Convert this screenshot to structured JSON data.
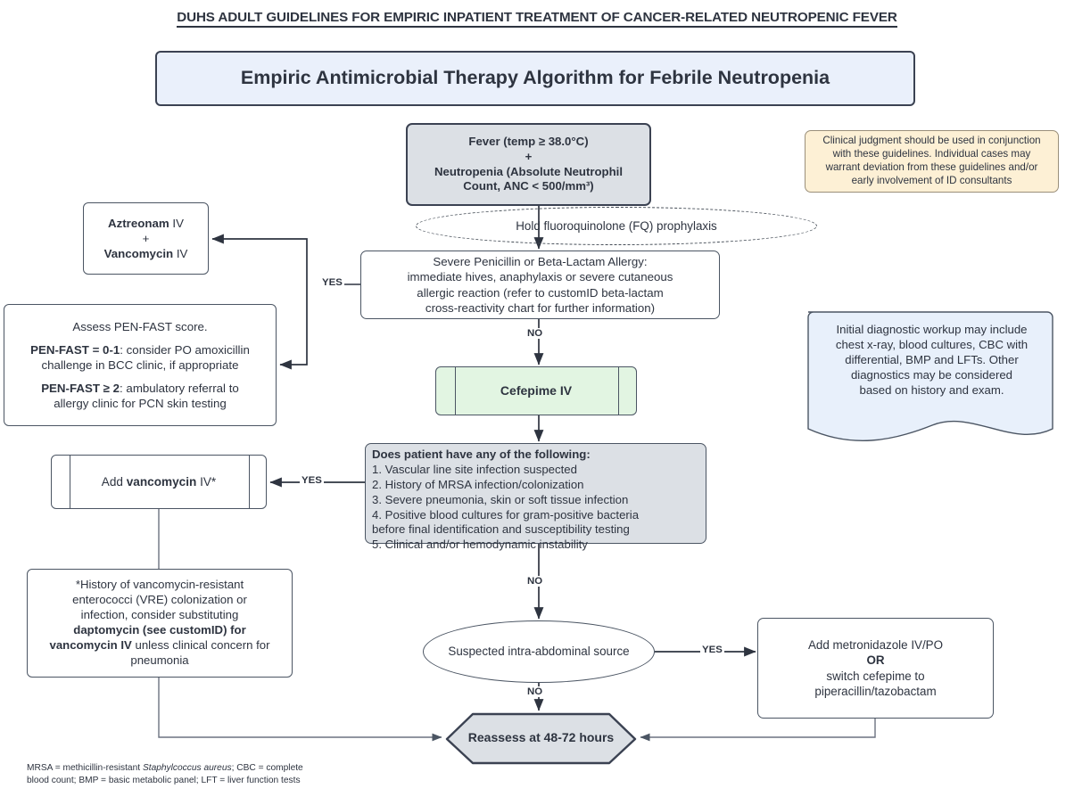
{
  "document": {
    "title": "DUHS ADULT GUIDELINES FOR EMPIRIC INPATIENT TREATMENT OF CANCER-RELATED NEUTROPENIC FEVER",
    "banner": "Empiric Antimicrobial Therapy Algorithm for Febrile Neutropenia",
    "footnote_line1_a": "MRSA = methicillin-resistant ",
    "footnote_line1_b": "Staphylcoccus aureus",
    "footnote_line1_c": "; CBC = complete",
    "footnote_line2": "blood count; BMP = basic metabolic panel; LFT = liver function tests"
  },
  "nodes": {
    "fever": {
      "line1": "Fever (temp ≥ 38.0°C)",
      "line2": "+",
      "line3": "Neutropenia (Absolute Neutrophil",
      "line4": "Count, ANC < 500/mm³)"
    },
    "clinical_note": {
      "line1": "Clinical judgment should be used in conjunction",
      "line2": "with these guidelines. Individual cases may",
      "line3": "warrant deviation from these guidelines and/or",
      "line4": "early involvement of ID consultants"
    },
    "fq_prophylaxis": {
      "text": "Hold fluoroquinolone (FQ) prophylaxis"
    },
    "allergy": {
      "line1": "Severe Penicillin or Beta-Lactam Allergy:",
      "line2": "immediate hives, anaphylaxis or severe cutaneous",
      "line3": "allergic reaction (refer to customID beta-lactam",
      "line4": "cross-reactivity chart for further information)"
    },
    "aztreonam": {
      "line1_bold": "Aztreonam",
      "line1_rest": " IV",
      "line2": "+",
      "line3_bold": "Vancomycin",
      "line3_rest": " IV"
    },
    "penfast": {
      "line1": "Assess PEN-FAST score.",
      "line2_bold": "PEN-FAST = 0-1",
      "line2_rest": ": consider PO amoxicillin",
      "line3": "challenge in BCC clinic, if appropriate",
      "line4_bold": "PEN-FAST ≥ 2",
      "line4_rest": ": ambulatory referral to",
      "line5": "allergy clinic for PCN skin testing"
    },
    "cefepime": {
      "bold": "Cefepime",
      "rest": " IV"
    },
    "workup": {
      "line1": "Initial diagnostic workup may include",
      "line2": "chest x-ray, blood cultures, CBC with",
      "line3": "differential, BMP and LFTs. Other",
      "line4": "diagnostics may be considered",
      "line5": "based on history and exam."
    },
    "criteria": {
      "heading": "Does patient have any of the following:",
      "item1": "1. Vascular line site infection suspected",
      "item2": "2. History of MRSA infection/colonization",
      "item3": "3. Severe pneumonia, skin or soft tissue infection",
      "item4": "4. Positive blood cultures for gram-positive bacteria",
      "item4b": "before final identification and susceptibility testing",
      "item5": "5. Clinical and/or hemodynamic instability"
    },
    "add_vancomycin": {
      "pre": "Add ",
      "bold": "vancomycin",
      "post": " IV*"
    },
    "vre_note": {
      "line1": "*History of vancomycin-resistant",
      "line2": "enterococci (VRE) colonization or",
      "line3": "infection, consider substituting",
      "line4_bold": "daptomycin (see customID) for",
      "line5_bold": "vancomycin IV",
      "line5_rest": " unless clinical concern for",
      "line6": "pneumonia"
    },
    "abdominal": {
      "text": "Suspected intra-abdominal source"
    },
    "metronidazole": {
      "line1": "Add metronidazole IV/PO",
      "line2": "OR",
      "line3": "switch cefepime to",
      "line4": "piperacillin/tazobactam"
    },
    "reassess": {
      "text": "Reassess at 48-72 hours"
    }
  },
  "edges": {
    "allergy_yes": "YES",
    "allergy_no": "NO",
    "criteria_yes": "YES",
    "criteria_no": "NO",
    "abdominal_yes": "YES",
    "abdominal_no": "NO"
  },
  "colors": {
    "stroke": "#3b4252",
    "line": "#4b5563",
    "banner_fill": "#eaf0fb",
    "gray_fill": "#dce0e5",
    "green_fill": "#e2f5e2",
    "yellow_fill": "#fdf0d5",
    "blue_fill": "#e8f0fb",
    "text": "#2e3440"
  }
}
